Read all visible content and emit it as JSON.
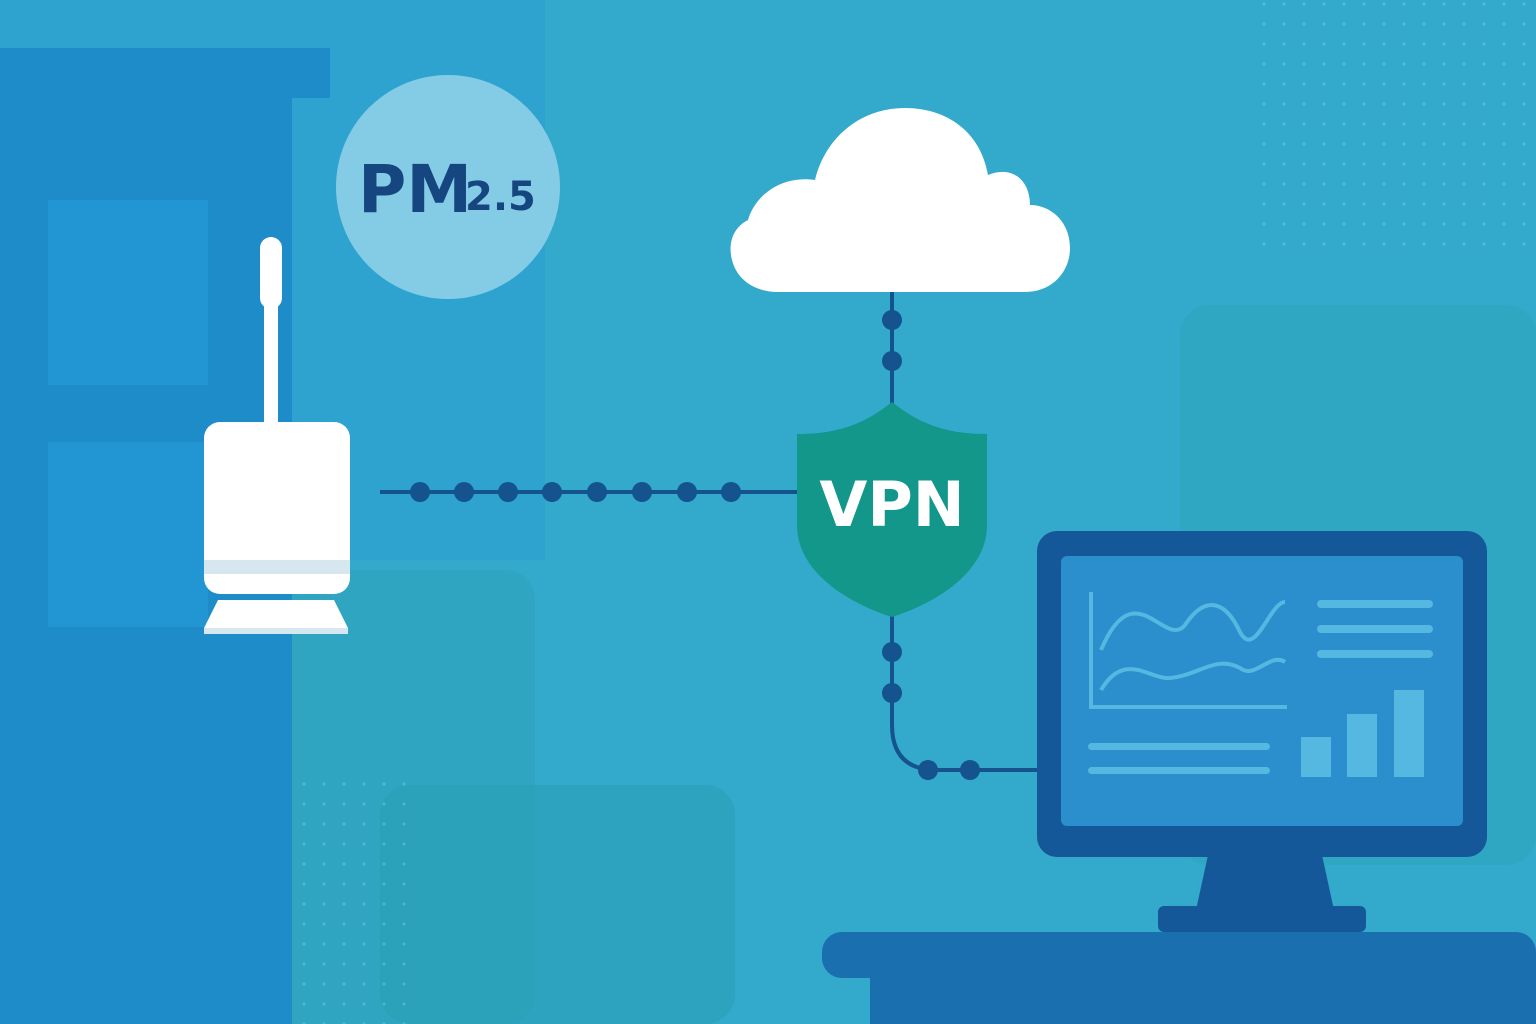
{
  "badge": {
    "main": "PM",
    "sub": "2.5"
  },
  "shield": {
    "label": "VPN"
  },
  "colors": {
    "background": "#33a9cc",
    "building": "#1e8cc9",
    "building_dark": "#1a7ebd",
    "window": "#2196d3",
    "badge_fill": "#84cbe6",
    "badge_text": "#15467f",
    "sensor": "#ffffff",
    "sensor_shade": "#d7e7ef",
    "link": "#15538e",
    "shield": "#12978a",
    "cloud": "#ffffff",
    "monitor_frame": "#15589a",
    "monitor_screen": "#2a8fcc",
    "chart_line": "#54b8e0",
    "desk": "#1a6fae"
  },
  "icons": [
    "building-icon",
    "pm25-badge-icon",
    "air-sensor-icon",
    "cloud-icon",
    "vpn-shield-icon",
    "monitor-icon",
    "line-chart-icon",
    "bar-chart-icon",
    "desk-icon"
  ]
}
